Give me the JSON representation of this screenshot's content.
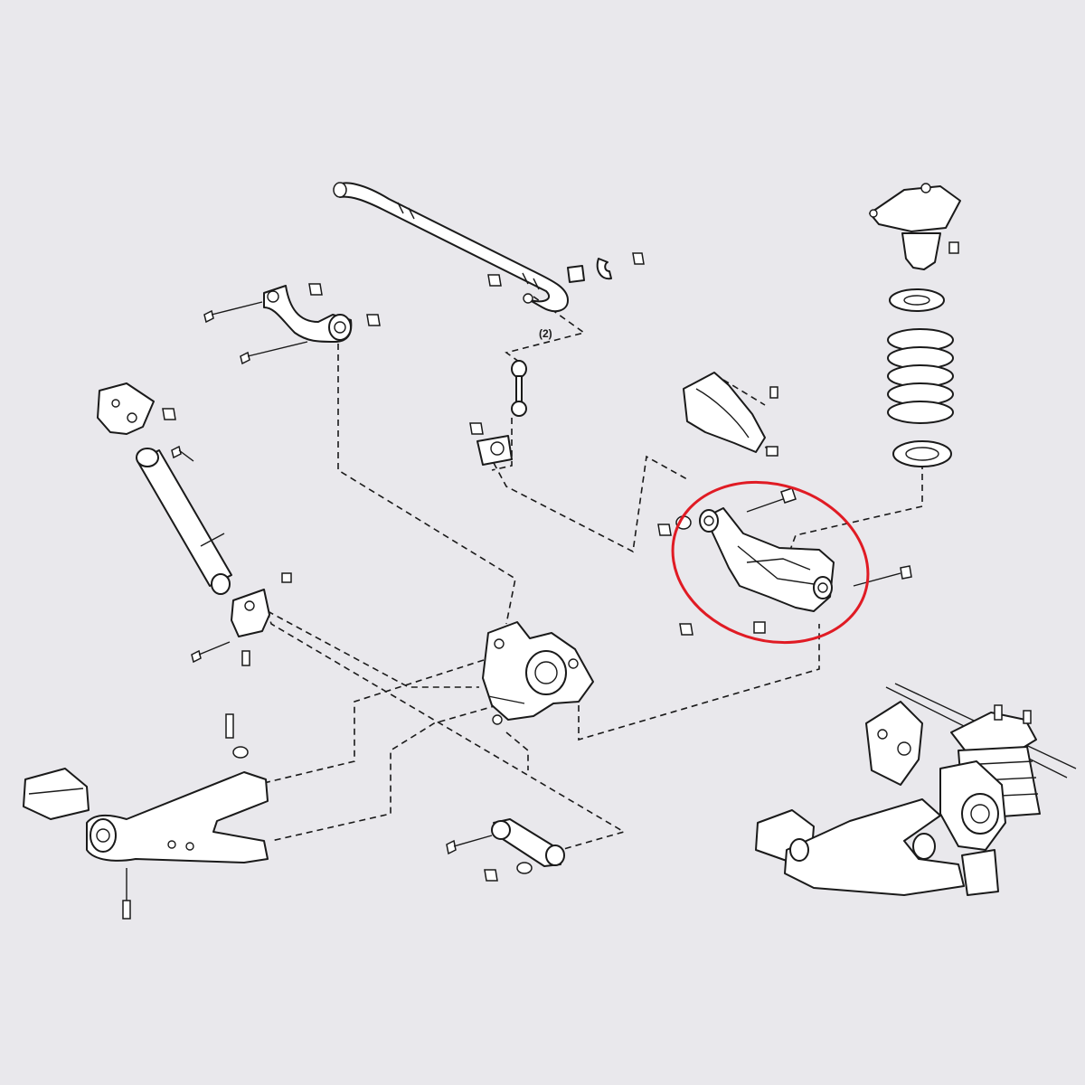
{
  "diagram": {
    "callouts": [
      {
        "id": "stabilizer-link-quantity",
        "text": "(2)"
      }
    ],
    "highlight": {
      "target": "rear-upper-control-arm",
      "shape": "ellipse",
      "color": "#e01b24"
    },
    "colors": {
      "background": "#e9e8ec",
      "line": "#1a1a1a",
      "part_fill": "#ffffff"
    }
  }
}
